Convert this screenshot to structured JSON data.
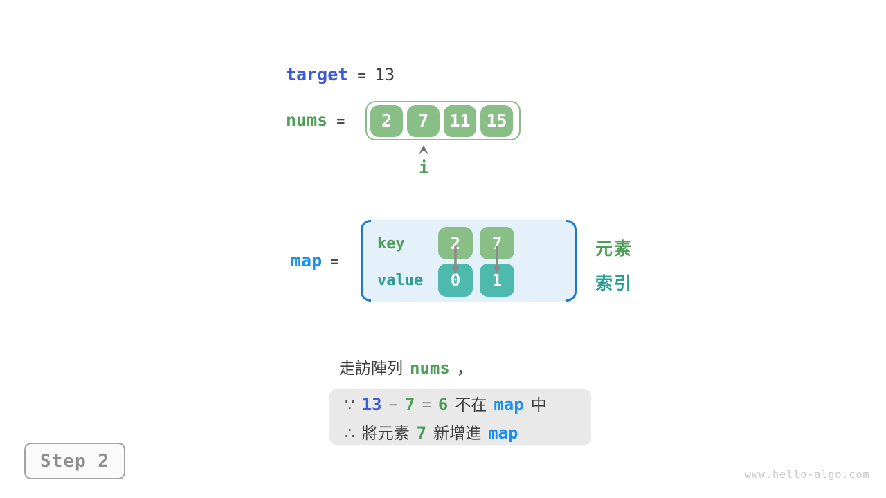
{
  "colors": {
    "royal_blue": "#3D5BD3",
    "bright_blue": "#1E8FE8",
    "green": "#4E9E58",
    "teal_text": "#2F9D93",
    "cell_green": "#89BE87",
    "cell_teal": "#4DBAAD",
    "map_fill": "#E4F1FA",
    "bracket_blue": "#1E7BC8",
    "note_fill": "#E9E9E9",
    "dark_text": "#3E3E3E"
  },
  "target": {
    "keyword": "target",
    "equals": "=",
    "value": "13"
  },
  "nums": {
    "keyword": "nums",
    "equals": "=",
    "cells": [
      "2",
      "7",
      "11",
      "15"
    ],
    "pointer": "i"
  },
  "map": {
    "keyword": "map",
    "equals": "=",
    "key_label": "key",
    "value_label": "value",
    "keys": [
      "2",
      "7"
    ],
    "values": [
      "0",
      "1"
    ],
    "legend_element": "元素",
    "legend_index": "索引"
  },
  "caption": {
    "prefix": "走訪陣列",
    "code": "nums",
    "comma": "，"
  },
  "note": {
    "line1": [
      "∵",
      "13",
      "−",
      "7",
      "=",
      "6",
      "不在",
      "map",
      "中"
    ],
    "line2": [
      "∴",
      "將元素",
      "7",
      "新增進",
      "map"
    ]
  },
  "step_badge": {
    "label": "Step 2"
  },
  "watermark": "www.hello-algo.com"
}
